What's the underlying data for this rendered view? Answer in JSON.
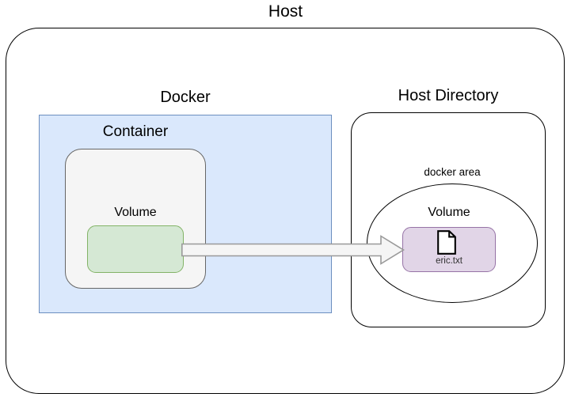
{
  "diagram": {
    "title": "Docker volume bind between container and host directory",
    "type": "nested-box-diagram",
    "colors": {
      "docker_fill": "#dae8fc",
      "docker_stroke": "#6c8ebf",
      "container_fill": "#f5f5f5",
      "container_stroke": "#666666",
      "volume_green_fill": "#d5e8d4",
      "volume_green_stroke": "#82b366",
      "volume_purple_fill": "#e1d5e7",
      "volume_purple_stroke": "#9673a6",
      "outline_stroke": "#000000",
      "arrow_fill": "#f5f5f5",
      "arrow_stroke": "#999999"
    },
    "host": {
      "label": "Host",
      "shape": "rounded-rectangle"
    },
    "docker": {
      "label": "Docker",
      "shape": "rectangle",
      "container": {
        "label": "Container",
        "shape": "rounded-rectangle",
        "volume": {
          "label": "Volume",
          "shape": "rounded-rectangle",
          "contents": ""
        }
      }
    },
    "host_directory": {
      "label": "Host Directory",
      "shape": "rounded-rectangle",
      "docker_area": {
        "label": "docker area",
        "shape": "ellipse",
        "volume": {
          "label": "Volume",
          "shape": "rounded-rectangle",
          "file": {
            "icon": "file-document-icon",
            "name": "eric.txt"
          }
        }
      }
    },
    "connection": {
      "icon": "block-arrow-right-icon",
      "from": "container-volume",
      "to": "host-directory-volume",
      "label": ""
    }
  }
}
